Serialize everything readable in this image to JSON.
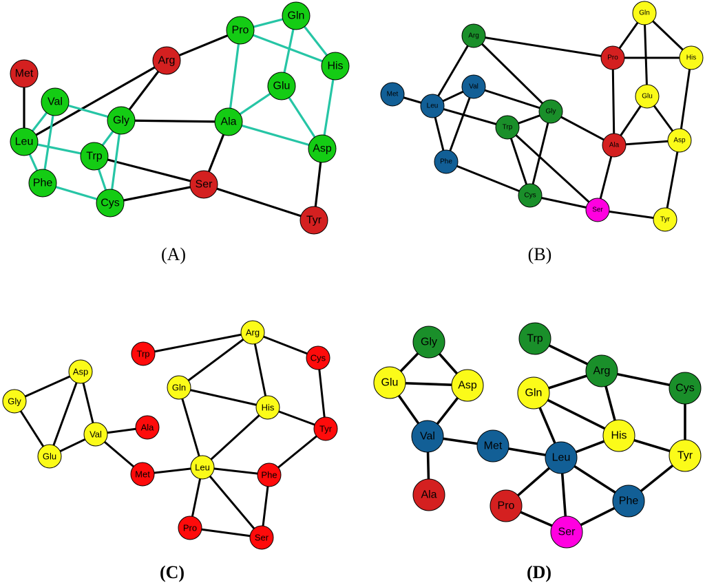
{
  "colors": {
    "red": "#d42020",
    "green": "#14cc14",
    "teal": "#26c5a5",
    "dark_green": "#1a8f2a",
    "blue": "#125f96",
    "yellow": "#fbfb19",
    "bright_red": "#fe0b0b",
    "magenta": "#ff00e0",
    "black_edge": "#000000"
  },
  "panels": [
    {
      "caption": "(A)",
      "nodes": [
        {
          "id": "Met",
          "label": "Met",
          "color": "red"
        },
        {
          "id": "Arg",
          "label": "Arg",
          "color": "red"
        },
        {
          "id": "Pro",
          "label": "Pro",
          "color": "green"
        },
        {
          "id": "Gln",
          "label": "Gln",
          "color": "green"
        },
        {
          "id": "His",
          "label": "His",
          "color": "green"
        },
        {
          "id": "Val",
          "label": "Val",
          "color": "green"
        },
        {
          "id": "Glu",
          "label": "Glu",
          "color": "green"
        },
        {
          "id": "Leu",
          "label": "Leu",
          "color": "green"
        },
        {
          "id": "Gly",
          "label": "Gly",
          "color": "green"
        },
        {
          "id": "Ala",
          "label": "Ala",
          "color": "green"
        },
        {
          "id": "Trp",
          "label": "Trp",
          "color": "green"
        },
        {
          "id": "Asp",
          "label": "Asp",
          "color": "green"
        },
        {
          "id": "Phe",
          "label": "Phe",
          "color": "green"
        },
        {
          "id": "Ser",
          "label": "Ser",
          "color": "red"
        },
        {
          "id": "Cys",
          "label": "Cys",
          "color": "green"
        },
        {
          "id": "Tyr",
          "label": "Tyr",
          "color": "red"
        }
      ],
      "edges": [
        [
          "Met",
          "Leu",
          "black_edge"
        ],
        [
          "Leu",
          "Arg",
          "black_edge"
        ],
        [
          "Arg",
          "Pro",
          "black_edge"
        ],
        [
          "Arg",
          "Gly",
          "black_edge"
        ],
        [
          "Gly",
          "Ala",
          "black_edge"
        ],
        [
          "Ala",
          "Ser",
          "black_edge"
        ],
        [
          "Trp",
          "Ser",
          "black_edge"
        ],
        [
          "Cys",
          "Ser",
          "black_edge"
        ],
        [
          "Ser",
          "Tyr",
          "black_edge"
        ],
        [
          "Asp",
          "Tyr",
          "black_edge"
        ],
        [
          "Pro",
          "Gln",
          "teal"
        ],
        [
          "Pro",
          "His",
          "teal"
        ],
        [
          "Pro",
          "Ala",
          "teal"
        ],
        [
          "Gln",
          "His",
          "teal"
        ],
        [
          "Gln",
          "Glu",
          "teal"
        ],
        [
          "His",
          "Asp",
          "teal"
        ],
        [
          "Glu",
          "Ala",
          "teal"
        ],
        [
          "Glu",
          "Asp",
          "teal"
        ],
        [
          "Ala",
          "Asp",
          "teal"
        ],
        [
          "Val",
          "Gly",
          "teal"
        ],
        [
          "Val",
          "Leu",
          "teal"
        ],
        [
          "Val",
          "Phe",
          "teal"
        ],
        [
          "Leu",
          "Trp",
          "teal"
        ],
        [
          "Leu",
          "Phe",
          "teal"
        ],
        [
          "Gly",
          "Trp",
          "teal"
        ],
        [
          "Gly",
          "Cys",
          "teal"
        ],
        [
          "Trp",
          "Cys",
          "teal"
        ],
        [
          "Phe",
          "Cys",
          "teal"
        ]
      ]
    },
    {
      "caption": "(B)",
      "nodes": [
        {
          "id": "Arg",
          "label": "Arg",
          "color": "dark_green"
        },
        {
          "id": "Gln",
          "label": "Gln",
          "color": "yellow"
        },
        {
          "id": "Pro",
          "label": "Pro",
          "color": "red"
        },
        {
          "id": "His",
          "label": "His",
          "color": "yellow"
        },
        {
          "id": "Met",
          "label": "Met",
          "color": "blue"
        },
        {
          "id": "Val",
          "label": "Val",
          "color": "blue"
        },
        {
          "id": "Glu",
          "label": "Glu",
          "color": "yellow"
        },
        {
          "id": "Leu",
          "label": "Leu",
          "color": "blue"
        },
        {
          "id": "Gly",
          "label": "Gly",
          "color": "dark_green"
        },
        {
          "id": "Trp",
          "label": "Trp",
          "color": "dark_green"
        },
        {
          "id": "Ala",
          "label": "Ala",
          "color": "red"
        },
        {
          "id": "Asp",
          "label": "Asp",
          "color": "yellow"
        },
        {
          "id": "Phe",
          "label": "Phe",
          "color": "blue"
        },
        {
          "id": "Cys",
          "label": "Cys",
          "color": "dark_green"
        },
        {
          "id": "Ser",
          "label": "Ser",
          "color": "magenta"
        },
        {
          "id": "Tyr",
          "label": "Tyr",
          "color": "yellow"
        }
      ],
      "edges": [
        [
          "Arg",
          "Pro",
          "black_edge"
        ],
        [
          "Arg",
          "Leu",
          "black_edge"
        ],
        [
          "Arg",
          "Gly",
          "black_edge"
        ],
        [
          "Gln",
          "Pro",
          "black_edge"
        ],
        [
          "Gln",
          "His",
          "black_edge"
        ],
        [
          "Gln",
          "Glu",
          "black_edge"
        ],
        [
          "Pro",
          "His",
          "black_edge"
        ],
        [
          "Pro",
          "Ala",
          "black_edge"
        ],
        [
          "His",
          "Asp",
          "black_edge"
        ],
        [
          "Met",
          "Leu",
          "black_edge"
        ],
        [
          "Val",
          "Gly",
          "black_edge"
        ],
        [
          "Val",
          "Phe",
          "black_edge"
        ],
        [
          "Leu",
          "Val",
          "black_edge"
        ],
        [
          "Leu",
          "Trp",
          "black_edge"
        ],
        [
          "Leu",
          "Phe",
          "black_edge"
        ],
        [
          "Glu",
          "Ala",
          "black_edge"
        ],
        [
          "Glu",
          "Asp",
          "black_edge"
        ],
        [
          "Gly",
          "Trp",
          "black_edge"
        ],
        [
          "Gly",
          "Cys",
          "black_edge"
        ],
        [
          "Gly",
          "Ala",
          "black_edge"
        ],
        [
          "Trp",
          "Cys",
          "black_edge"
        ],
        [
          "Trp",
          "Ser",
          "black_edge"
        ],
        [
          "Ala",
          "Asp",
          "black_edge"
        ],
        [
          "Ala",
          "Ser",
          "black_edge"
        ],
        [
          "Asp",
          "Tyr",
          "black_edge"
        ],
        [
          "Phe",
          "Cys",
          "black_edge"
        ],
        [
          "Cys",
          "Ser",
          "black_edge"
        ],
        [
          "Ser",
          "Tyr",
          "black_edge"
        ]
      ]
    },
    {
      "caption": "(C)",
      "nodes": [
        {
          "id": "Arg",
          "label": "Arg",
          "color": "yellow"
        },
        {
          "id": "Trp",
          "label": "Trp",
          "color": "bright_red"
        },
        {
          "id": "Cys",
          "label": "Cys",
          "color": "bright_red"
        },
        {
          "id": "Asp",
          "label": "Asp",
          "color": "yellow"
        },
        {
          "id": "Gln",
          "label": "Gln",
          "color": "yellow"
        },
        {
          "id": "Gly",
          "label": "Gly",
          "color": "yellow"
        },
        {
          "id": "His",
          "label": "His",
          "color": "yellow"
        },
        {
          "id": "Ala",
          "label": "Ala",
          "color": "bright_red"
        },
        {
          "id": "Val",
          "label": "Val",
          "color": "yellow"
        },
        {
          "id": "Tyr",
          "label": "Tyr",
          "color": "bright_red"
        },
        {
          "id": "Glu",
          "label": "Glu",
          "color": "yellow"
        },
        {
          "id": "Leu",
          "label": "Leu",
          "color": "yellow"
        },
        {
          "id": "Met",
          "label": "Met",
          "color": "bright_red"
        },
        {
          "id": "Phe",
          "label": "Phe",
          "color": "bright_red"
        },
        {
          "id": "Pro",
          "label": "Pro",
          "color": "bright_red"
        },
        {
          "id": "Ser",
          "label": "Ser",
          "color": "bright_red"
        }
      ],
      "edges": [
        [
          "Trp",
          "Arg",
          "black_edge"
        ],
        [
          "Arg",
          "Cys",
          "black_edge"
        ],
        [
          "Arg",
          "Gln",
          "black_edge"
        ],
        [
          "Arg",
          "His",
          "black_edge"
        ],
        [
          "Cys",
          "Tyr",
          "black_edge"
        ],
        [
          "Gln",
          "His",
          "black_edge"
        ],
        [
          "Gln",
          "Leu",
          "black_edge"
        ],
        [
          "His",
          "Tyr",
          "black_edge"
        ],
        [
          "His",
          "Leu",
          "black_edge"
        ],
        [
          "Tyr",
          "Phe",
          "black_edge"
        ],
        [
          "Leu",
          "Phe",
          "black_edge"
        ],
        [
          "Leu",
          "Met",
          "black_edge"
        ],
        [
          "Leu",
          "Pro",
          "black_edge"
        ],
        [
          "Leu",
          "Ser",
          "black_edge"
        ],
        [
          "Phe",
          "Ser",
          "black_edge"
        ],
        [
          "Pro",
          "Ser",
          "black_edge"
        ],
        [
          "Asp",
          "Gly",
          "black_edge"
        ],
        [
          "Asp",
          "Glu",
          "black_edge"
        ],
        [
          "Asp",
          "Val",
          "black_edge"
        ],
        [
          "Gly",
          "Glu",
          "black_edge"
        ],
        [
          "Glu",
          "Val",
          "black_edge"
        ],
        [
          "Val",
          "Ala",
          "black_edge"
        ],
        [
          "Val",
          "Met",
          "black_edge"
        ]
      ]
    },
    {
      "caption": "(D)",
      "nodes": [
        {
          "id": "Gly",
          "label": "Gly",
          "color": "dark_green"
        },
        {
          "id": "Trp",
          "label": "Trp",
          "color": "dark_green"
        },
        {
          "id": "Arg",
          "label": "Arg",
          "color": "dark_green"
        },
        {
          "id": "Glu",
          "label": "Glu",
          "color": "yellow"
        },
        {
          "id": "Asp",
          "label": "Asp",
          "color": "yellow"
        },
        {
          "id": "Cys",
          "label": "Cys",
          "color": "dark_green"
        },
        {
          "id": "Gln",
          "label": "Gln",
          "color": "yellow"
        },
        {
          "id": "Val",
          "label": "Val",
          "color": "blue"
        },
        {
          "id": "His",
          "label": "His",
          "color": "yellow"
        },
        {
          "id": "Met",
          "label": "Met",
          "color": "blue"
        },
        {
          "id": "Tyr",
          "label": "Tyr",
          "color": "yellow"
        },
        {
          "id": "Leu",
          "label": "Leu",
          "color": "blue"
        },
        {
          "id": "Ala",
          "label": "Ala",
          "color": "red"
        },
        {
          "id": "Pro",
          "label": "Pro",
          "color": "red"
        },
        {
          "id": "Phe",
          "label": "Phe",
          "color": "blue"
        },
        {
          "id": "Ser",
          "label": "Ser",
          "color": "magenta"
        }
      ],
      "edges": [
        [
          "Gly",
          "Glu",
          "black_edge"
        ],
        [
          "Gly",
          "Asp",
          "black_edge"
        ],
        [
          "Glu",
          "Asp",
          "black_edge"
        ],
        [
          "Glu",
          "Val",
          "black_edge"
        ],
        [
          "Asp",
          "Val",
          "black_edge"
        ],
        [
          "Val",
          "Ala",
          "black_edge"
        ],
        [
          "Val",
          "Met",
          "black_edge"
        ],
        [
          "Met",
          "Leu",
          "black_edge"
        ],
        [
          "Trp",
          "Arg",
          "black_edge"
        ],
        [
          "Arg",
          "Gln",
          "black_edge"
        ],
        [
          "Arg",
          "His",
          "black_edge"
        ],
        [
          "Arg",
          "Cys",
          "black_edge"
        ],
        [
          "Gln",
          "His",
          "black_edge"
        ],
        [
          "Gln",
          "Leu",
          "black_edge"
        ],
        [
          "His",
          "Leu",
          "black_edge"
        ],
        [
          "His",
          "Tyr",
          "black_edge"
        ],
        [
          "Cys",
          "Tyr",
          "black_edge"
        ],
        [
          "Tyr",
          "Phe",
          "black_edge"
        ],
        [
          "Leu",
          "Phe",
          "black_edge"
        ],
        [
          "Leu",
          "Ser",
          "black_edge"
        ],
        [
          "Leu",
          "Pro",
          "black_edge"
        ],
        [
          "Pro",
          "Ser",
          "black_edge"
        ],
        [
          "Ser",
          "Phe",
          "black_edge"
        ]
      ]
    }
  ]
}
